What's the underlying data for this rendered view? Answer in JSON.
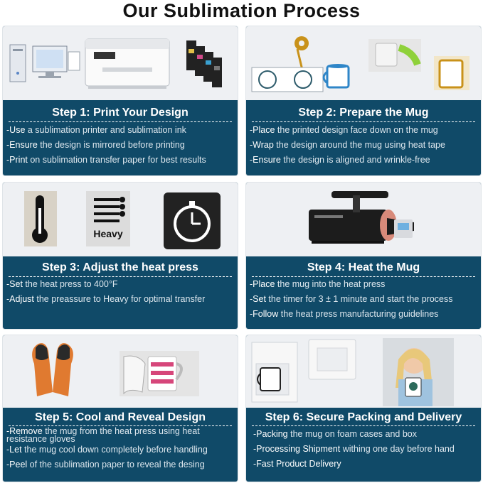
{
  "page": {
    "title": "Our Sublimation Process"
  },
  "steps": [
    {
      "title": "Step 1: Print Your Design",
      "bullets": [
        {
          "lead": "-Use",
          "rest": " a sublimation printer and sublimation ink"
        },
        {
          "lead": "-Ensure",
          "rest": " the design is mirrored before printing"
        },
        {
          "lead": "-Print",
          "rest": " on sublimation transfer paper for best results"
        }
      ]
    },
    {
      "title": "Step 2: Prepare the Mug",
      "bullets": [
        {
          "lead": "-Place",
          "rest": " the printed design face down on the mug"
        },
        {
          "lead": "-Wrap",
          "rest": " the design around the mug using heat tape"
        },
        {
          "lead": "-Ensure",
          "rest": " the design is aligned and wrinkle-free"
        }
      ]
    },
    {
      "title": "Step 3: Adjust the heat press",
      "image_label": "Heavy",
      "bullets": [
        {
          "lead": "-Set",
          "rest": " the heat press to 400°F"
        },
        {
          "lead": "-Adjust",
          "rest": " the preassure to Heavy for optimal transfer"
        }
      ]
    },
    {
      "title": "Step 4: Heat the Mug",
      "bullets": [
        {
          "lead": "-Place",
          "rest": " the mug into the heat press"
        },
        {
          "lead": "-Set",
          "rest": " the timer for 3 ± 1 minute and start the process"
        },
        {
          "lead": "-Follow",
          "rest": " the heat press manufacturing guidelines"
        }
      ]
    },
    {
      "title": "Step 5: Cool and Reveal Design",
      "bullets": [
        {
          "lead": "-Remove",
          "rest": " the mug from the heat press using heat resistance gloves"
        },
        {
          "lead": "-Let",
          "rest": " the mug cool down completely before handling"
        },
        {
          "lead": "-Peel",
          "rest": " of the sublimation paper to reveal the desing"
        }
      ]
    },
    {
      "title": "Step 6: Secure Packing and Delivery",
      "bullets": [
        {
          "lead": "-Packing",
          "rest": " the mug on foam cases and box"
        },
        {
          "lead": "-Processing Shipment",
          "rest": "  withing one day before hand"
        },
        {
          "lead": "-Fast Product Delivery",
          "rest": ""
        }
      ]
    }
  ]
}
